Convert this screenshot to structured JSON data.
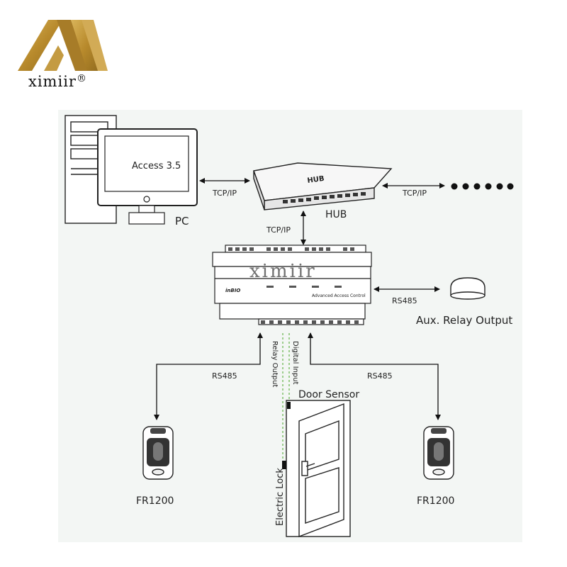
{
  "brand": {
    "name": "ximiir",
    "mark": "®"
  },
  "pc": {
    "screen_text": "Access 3.5",
    "label": "PC"
  },
  "hub": {
    "label": "HUB",
    "body_text": "HUB"
  },
  "links": {
    "pc_hub": "TCP/IP",
    "hub_more": "TCP/IP",
    "hub_controller": "TCP/IP",
    "controller_aux": "RS485",
    "controller_reader_left": "RS485",
    "controller_reader_right": "RS485",
    "relay_output": "Relay Output",
    "digital_input": "Digital Input"
  },
  "controller": {
    "badge": "inBIO",
    "panel_text": "Advanced Access Control",
    "watermark": "ximiir"
  },
  "aux": {
    "label": "Aux. Relay Output"
  },
  "door": {
    "sensor_label": "Door Sensor",
    "lock_label": "Electric Lock"
  },
  "readers": {
    "left_label": "FR1200",
    "right_label": "FR1200"
  }
}
